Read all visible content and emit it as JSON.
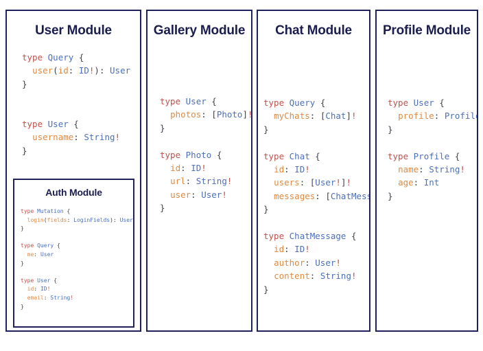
{
  "diagram": {
    "title_color": "#1b1d4d",
    "border_color": "#20215c",
    "background": "#ffffff",
    "syntax_colors": {
      "keyword": "#c1514b",
      "type": "#4d6fba",
      "field": "#e08a42",
      "punctuation": "#41424a",
      "non_null_bang": "#c1514b"
    },
    "panels": [
      {
        "id": "user",
        "title": "User Module",
        "code": "type Query {\n  user(id: ID!): User\n}\n\n\ntype User {\n  username: String!\n}",
        "nested_panel": {
          "id": "auth",
          "title": "Auth Module",
          "code": "type Mutation {\n  login(fields: LoginFields): User\n}\n\ntype Query {\n  me: User\n}\n\ntype User {\n  id: ID!\n  email: String!\n}"
        }
      },
      {
        "id": "gallery",
        "title": "Gallery Module",
        "code": "type User {\n  photos: [Photo]!\n}\n\ntype Photo {\n  id: ID!\n  url: String!\n  user: User!\n}"
      },
      {
        "id": "chat",
        "title": "Chat Module",
        "code": "type Query {\n  myChats: [Chat]!\n}\n\ntype Chat {\n  id: ID!\n  users: [User!]!\n  messages: [ChatMessage]!\n}\n\ntype ChatMessage {\n  id: ID!\n  author: User!\n  content: String!\n}"
      },
      {
        "id": "profile",
        "title": "Profile Module",
        "code": "type User {\n  profile: Profile!\n}\n\ntype Profile {\n  name: String!\n  age: Int\n}"
      }
    ]
  }
}
